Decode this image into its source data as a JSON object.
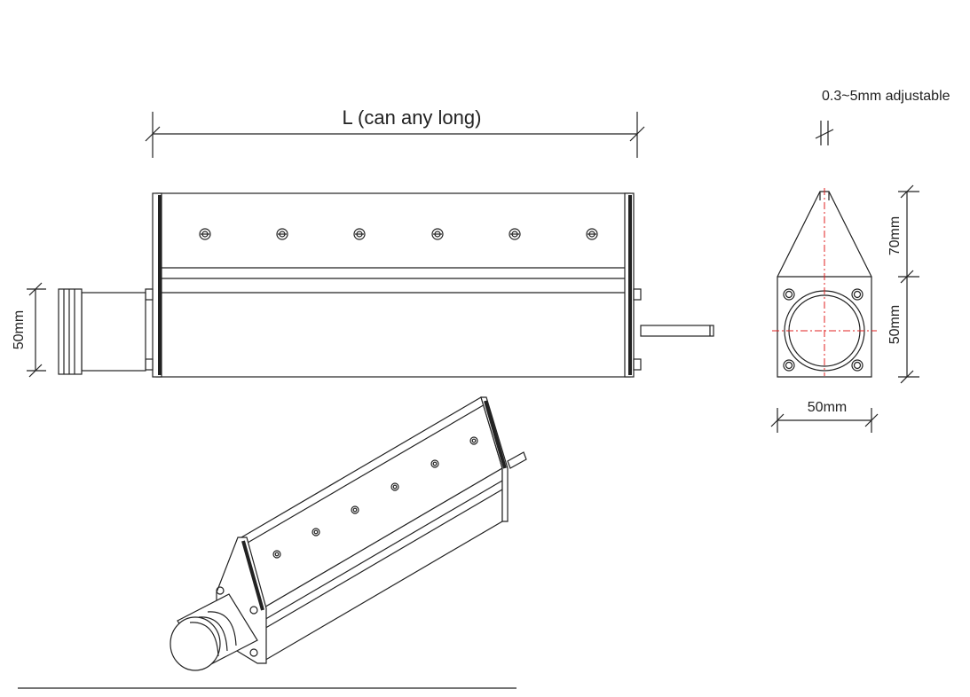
{
  "labels": {
    "length": "L (can any long)",
    "gap": "0.3~5mm adjustable",
    "height_front": "50mm",
    "height_side_top": "70mm",
    "height_side_bottom": "50mm",
    "width_side": "50mm"
  },
  "colors": {
    "line": "#222222",
    "centerline": "#e02020",
    "background": "#ffffff"
  }
}
